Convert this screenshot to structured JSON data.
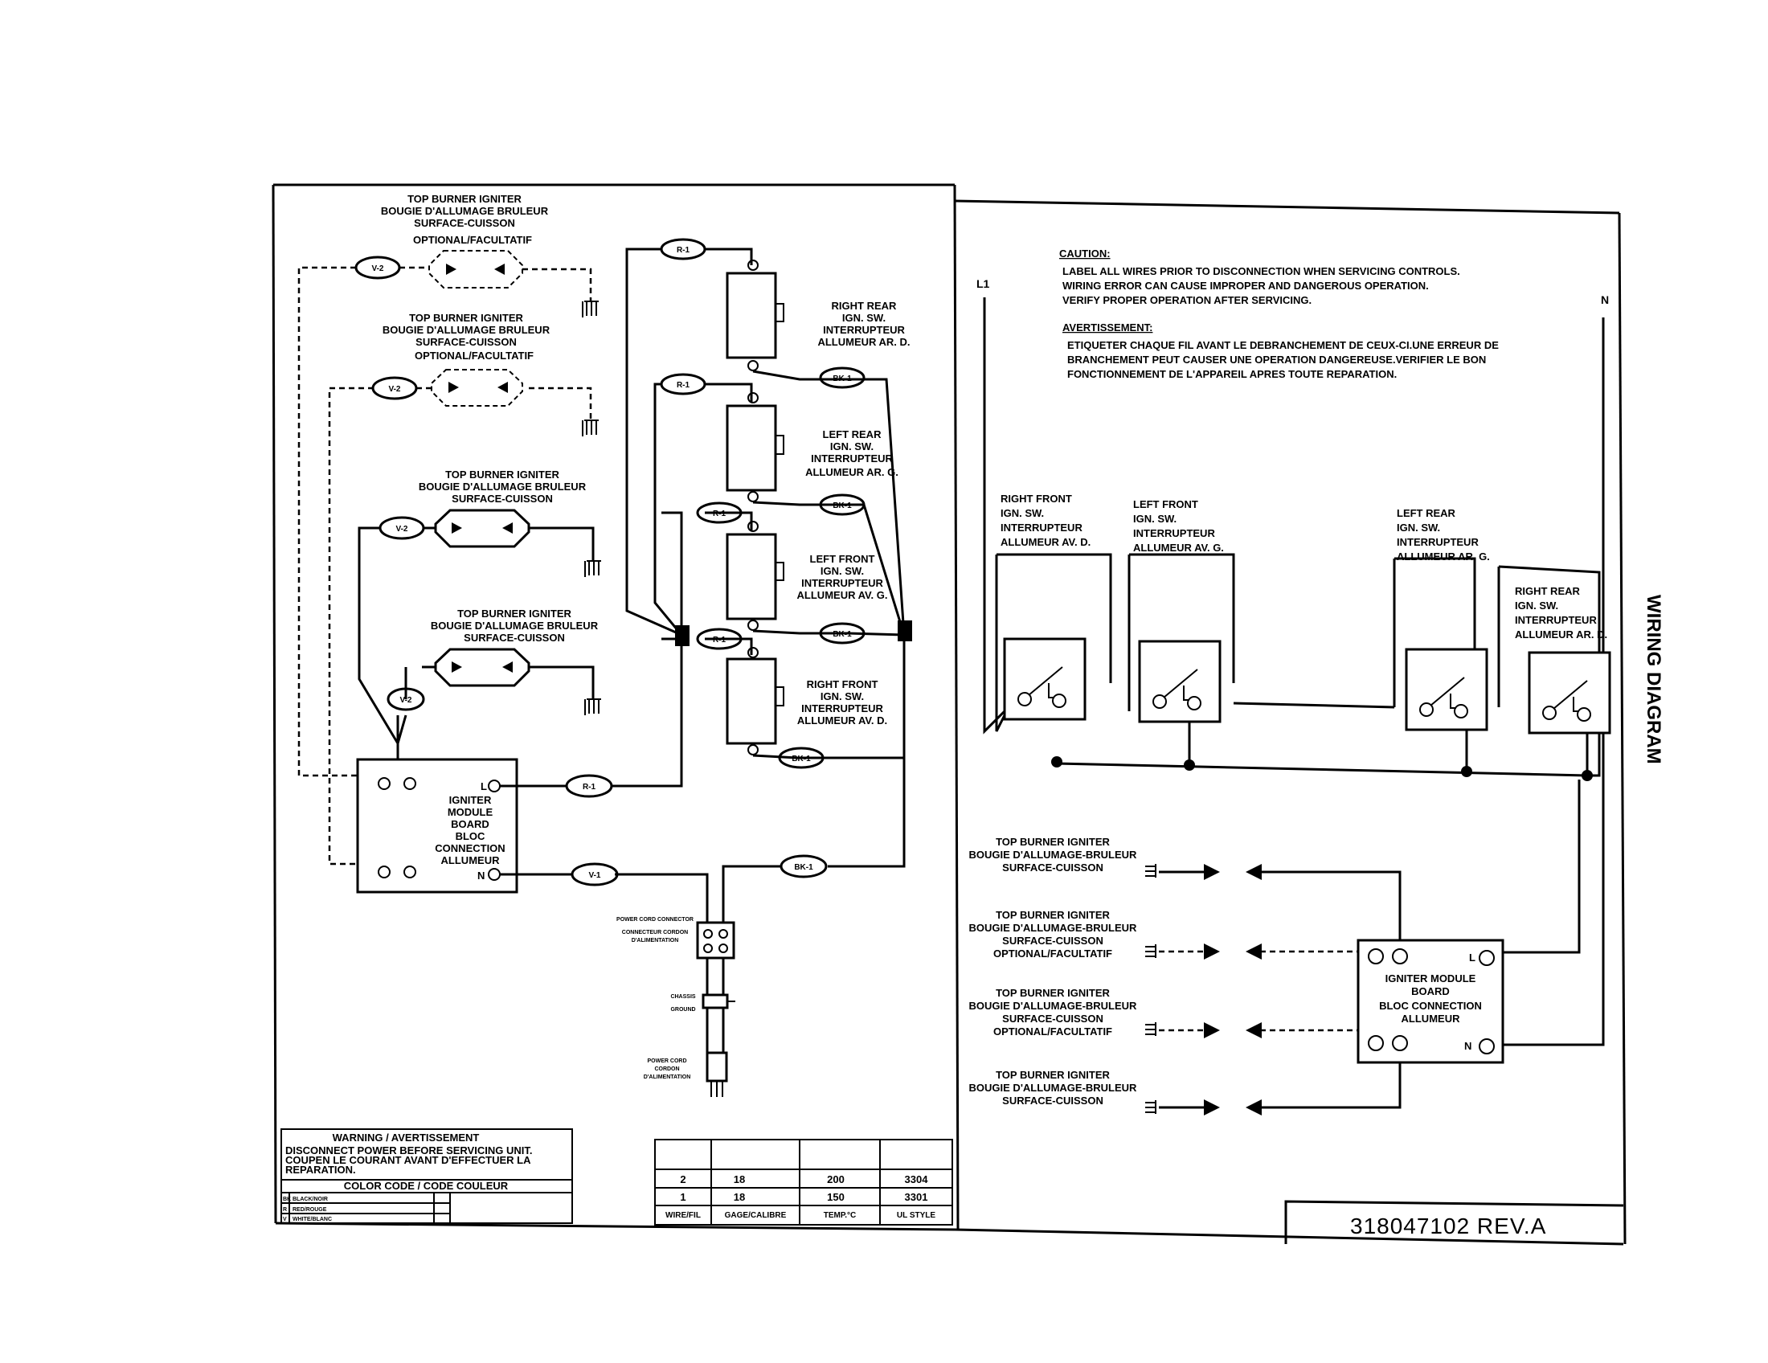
{
  "left": {
    "top_igniters": [
      {
        "lines": [
          "TOP BURNER IGNITER",
          "BOUGIE D'ALLUMAGE BRULEUR",
          "SURFACE-CUISSON",
          "OPTIONAL/FACULTATIF"
        ],
        "wire": "V-2"
      },
      {
        "lines": [
          "TOP BURNER IGNITER",
          "BOUGIE D'ALLUMAGE BRULEUR",
          "SURFACE-CUISSON",
          "OPTIONAL/FACULTATIF"
        ],
        "wire": "V-2"
      },
      {
        "lines": [
          "TOP BURNER IGNITER",
          "BOUGIE D'ALLUMAGE BRULEUR",
          "SURFACE-CUISSON"
        ],
        "wire": "V-2"
      },
      {
        "lines": [
          "TOP BURNER IGNITER",
          "BOUGIE D'ALLUMAGE BRULEUR",
          "SURFACE-CUISSON"
        ],
        "wire": "V-2"
      }
    ],
    "switches": [
      {
        "lines": [
          "RIGHT REAR",
          "IGN. SW.",
          "INTERRUPTEUR",
          "ALLUMEUR AR. D."
        ],
        "wire_r": "R-1",
        "wire_bk": "BK-1"
      },
      {
        "lines": [
          "LEFT REAR",
          "IGN. SW.",
          "INTERRUPTEUR",
          "ALLUMEUR AR. G."
        ],
        "wire_r": "R-1",
        "wire_bk": "BK-1"
      },
      {
        "lines": [
          "LEFT FRONT",
          "IGN. SW.",
          "INTERRUPTEUR",
          "ALLUMEUR AV. G."
        ],
        "wire_r": "R-1",
        "wire_bk": "BK-1"
      },
      {
        "lines": [
          "RIGHT FRONT",
          "IGN. SW.",
          "INTERRUPTEUR",
          "ALLUMEUR AV. D."
        ],
        "wire_r": "R-1",
        "wire_bk": "BK-1"
      }
    ],
    "module": {
      "lines": [
        "IGNITER",
        "MODULE",
        "BOARD",
        "BLOC",
        "CONNECTION",
        "ALLUMEUR"
      ],
      "L": "L",
      "N": "N",
      "wire_l": "R-1",
      "wire_n": "V-1",
      "wire_n2": "BK-1"
    },
    "cord": {
      "labels": [
        [
          "POWER CORD CONNECTOR",
          "CONNECTEUR CORDON",
          "D'ALIMENTATION"
        ],
        [
          "CHASSIS",
          "GROUND"
        ],
        [
          "POWER CORD",
          "CORDON",
          "D'ALIMENTATION"
        ]
      ]
    },
    "warning": {
      "title": "WARNING / AVERTISSEMENT",
      "lines": [
        "DISCONNECT POWER BEFORE SERVICING UNIT.",
        "COUPEN LE COURANT AVANT D'EFFECTUER LA",
        "REPARATION."
      ],
      "color_title": "COLOR CODE / CODE COULEUR",
      "codes": [
        [
          "BK",
          "BLACK/NOIR"
        ],
        [
          "R",
          "RED/ROUGE"
        ],
        [
          "V",
          "WHITE/BLANC"
        ]
      ]
    },
    "spec_table": {
      "rows": [
        [
          "2",
          "18",
          "200",
          "3304"
        ],
        [
          "1",
          "18",
          "150",
          "3301"
        ]
      ],
      "headers": [
        "WIRE/FIL",
        "GAGE/CALIBRE",
        "TEMP.°C",
        "UL STYLE"
      ]
    }
  },
  "right": {
    "L1": "L1",
    "N": "N",
    "caution": {
      "title": "CAUTION:",
      "lines": [
        "LABEL ALL WIRES PRIOR TO DISCONNECTION WHEN SERVICING CONTROLS.",
        "WIRING ERROR CAN CAUSE IMPROPER AND DANGEROUS OPERATION.",
        "VERIFY PROPER OPERATION AFTER SERVICING."
      ],
      "title_fr": "AVERTISSEMENT:",
      "lines_fr": [
        "ETIQUETER CHAQUE FIL AVANT LE DEBRANCHEMENT DE CEUX-CI.UNE ERREUR DE",
        "BRANCHEMENT PEUT CAUSER UNE OPERATION DANGEREUSE.VERIFIER LE BON",
        "FONCTIONNEMENT DE L'APPAREIL APRES TOUTE REPARATION."
      ]
    },
    "switches": [
      {
        "lines": [
          "RIGHT FRONT",
          "IGN. SW.",
          "INTERRUPTEUR",
          "ALLUMEUR AV. D."
        ]
      },
      {
        "lines": [
          "LEFT FRONT",
          "IGN. SW.",
          "INTERRUPTEUR",
          "ALLUMEUR AV. G."
        ]
      },
      {
        "lines": [
          "LEFT REAR",
          "IGN. SW.",
          "INTERRUPTEUR",
          "ALLUMEUR AR. G."
        ]
      },
      {
        "lines": [
          "RIGHT REAR",
          "IGN. SW.",
          "INTERRUPTEUR",
          "ALLUMEUR AR. D."
        ]
      }
    ],
    "igniters": [
      {
        "lines": [
          "TOP BURNER IGNITER",
          "BOUGIE D'ALLUMAGE-BRULEUR",
          "SURFACE-CUISSON"
        ]
      },
      {
        "lines": [
          "TOP BURNER IGNITER",
          "BOUGIE D'ALLUMAGE-BRULEUR",
          "SURFACE-CUISSON",
          "OPTIONAL/FACULTATIF"
        ]
      },
      {
        "lines": [
          "TOP BURNER IGNITER",
          "BOUGIE D'ALLUMAGE-BRULEUR",
          "SURFACE-CUISSON",
          "OPTIONAL/FACULTATIF"
        ]
      },
      {
        "lines": [
          "TOP BURNER IGNITER",
          "BOUGIE D'ALLUMAGE-BRULEUR",
          "SURFACE-CUISSON"
        ]
      }
    ],
    "module": {
      "lines": [
        "IGNITER MODULE",
        "BOARD",
        "BLOC CONNECTION",
        "ALLUMEUR"
      ],
      "L": "L",
      "N": "N"
    },
    "part_number": "318047102 REV.A",
    "side_title": "WIRING DIAGRAM"
  }
}
